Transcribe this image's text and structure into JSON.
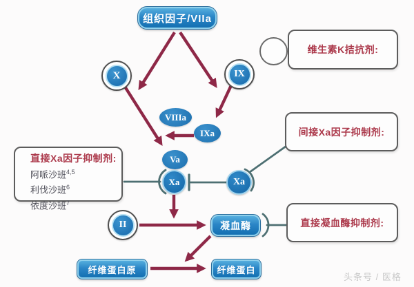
{
  "diagram": {
    "nodes": {
      "tissue_factor_viia": {
        "label": "组织因子/VIIa"
      },
      "factor_x": {
        "label": "X"
      },
      "factor_ix": {
        "label": "IX"
      },
      "factor_viiia": {
        "label": "VIIIa"
      },
      "factor_ixa": {
        "label": "IXa"
      },
      "factor_va": {
        "label": "Va"
      },
      "factor_xa_bound": {
        "label": "Xa"
      },
      "factor_xa_free": {
        "label": "Xa"
      },
      "factor_ii": {
        "label": "II"
      },
      "thrombin": {
        "label": "凝血酶"
      },
      "fibrinogen": {
        "label": "纤维蛋白原"
      },
      "fibrin": {
        "label": "纤维蛋白"
      }
    },
    "drug_boxes": {
      "vitamin_k_antagonist": {
        "title": "维生素K拮抗剂:"
      },
      "indirect_xa_inhibitor": {
        "title": "间接Xa因子抑制剂:"
      },
      "direct_xa_inhibitor": {
        "title": "直接Xa因子抑制剂:",
        "drugs": [
          {
            "name": "阿哌沙班",
            "sup": "4,5"
          },
          {
            "name": "利伐沙班",
            "sup": "6"
          },
          {
            "name": "依度沙班",
            "sup": "7"
          }
        ]
      },
      "direct_thrombin_inhibitor": {
        "title": "直接凝血酶抑制剂:"
      }
    },
    "watermark": "头条号 / 医格",
    "colors": {
      "activation_arrow": "#8E2847",
      "inhibitor_line": "#4D6F72",
      "node_blue": "#1C77BC",
      "box_title_red": "#AC3A4C"
    }
  }
}
